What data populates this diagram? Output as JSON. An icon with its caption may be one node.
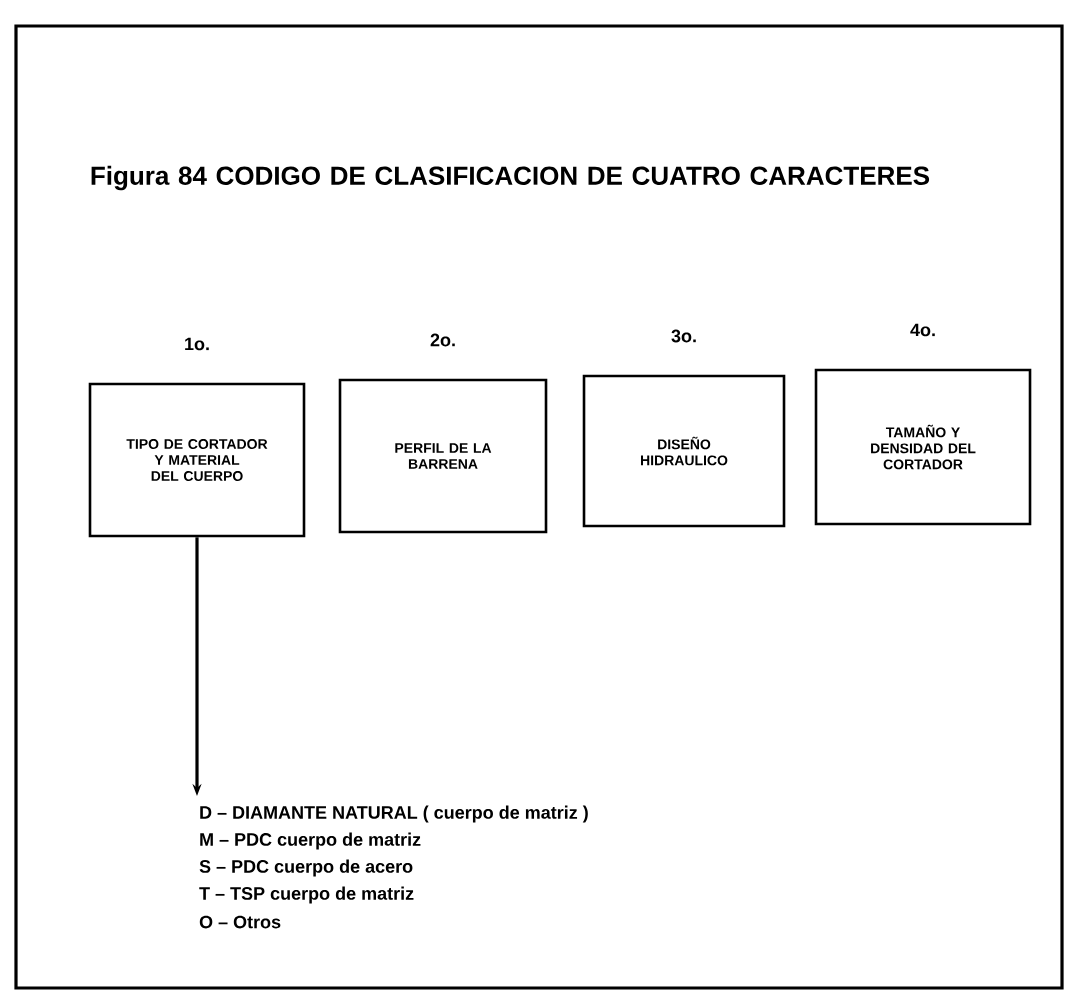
{
  "diagram": {
    "title": "Figura 84 CODIGO DE CLASIFICACION DE CUATRO CARACTERES",
    "nodes": [
      {
        "text": [
          "1o.",
          "TIPO DE CORTADOR Y MATERIAL DEL CUERPO"
        ]
      },
      {
        "text": [
          "2o.",
          "PERFIL DE LA BARRENA"
        ]
      },
      {
        "text": [
          "3o.",
          "DISEÑO HIDRAULICO"
        ]
      },
      {
        "text": [
          "4o.",
          "TAMAÑO Y DENSIDAD DEL CORTADOR"
        ]
      },
      {
        "text": [
          "D – DIAMANTE NATURAL ( cuerpo de matriz )",
          "M – PDC cuerpo de matriz",
          "S – PDC cuerpo de acero",
          "T – TSP cuerpo de matriz",
          "O – Otros"
        ]
      }
    ],
    "edges": [
      {
        "from": 0,
        "to": 4,
        "arrow": "to"
      }
    ]
  }
}
